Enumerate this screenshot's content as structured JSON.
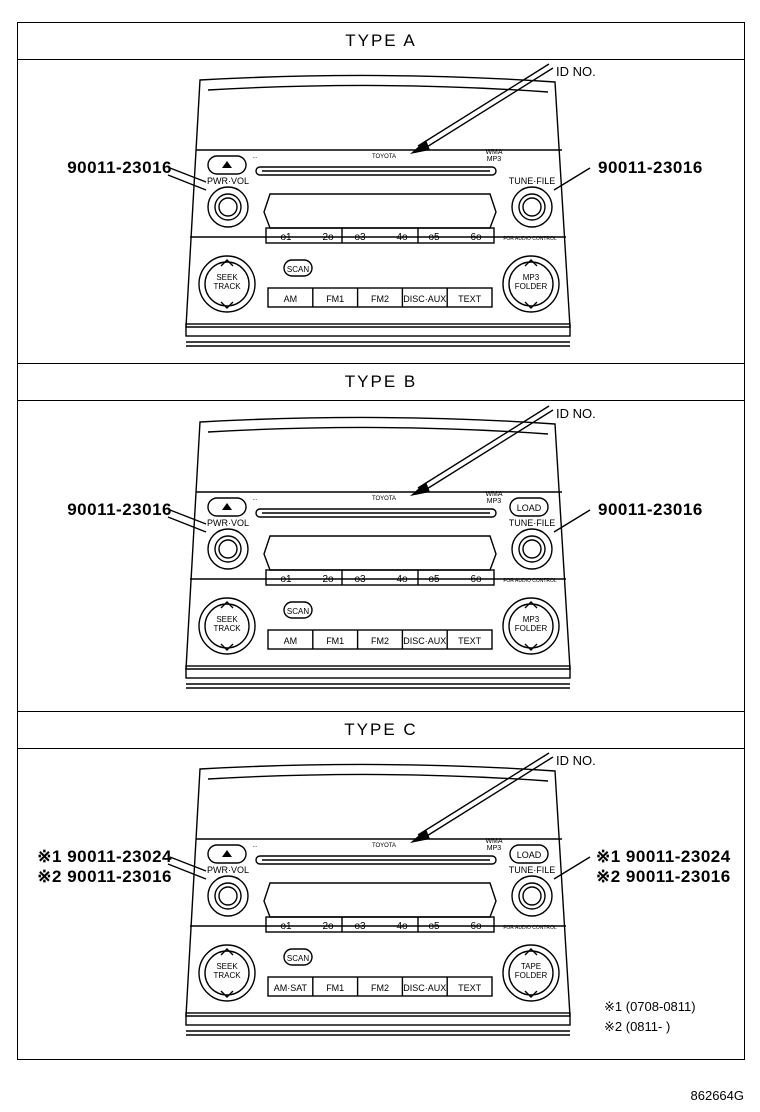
{
  "sections": [
    {
      "title": "TYPE  A",
      "id_label": "ID NO.",
      "left_labels": [
        "90011-23016"
      ],
      "right_labels": [
        "90011-23016"
      ],
      "load_button": "",
      "right_knob_label": "MP3\nFOLDER",
      "mode_buttons": [
        "AM",
        "FM1",
        "FM2",
        "DISC·AUX",
        "TEXT"
      ]
    },
    {
      "title": "TYPE  B",
      "id_label": "ID NO.",
      "left_labels": [
        "90011-23016"
      ],
      "right_labels": [
        "90011-23016"
      ],
      "load_button": "LOAD",
      "right_knob_label": "MP3\nFOLDER",
      "mode_buttons": [
        "AM",
        "FM1",
        "FM2",
        "DISC·AUX",
        "TEXT"
      ]
    },
    {
      "title": "TYPE  C",
      "id_label": "ID NO.",
      "left_labels": [
        "※1 90011-23024",
        "※2 90011-23016"
      ],
      "right_labels": [
        "※1 90011-23024",
        "※2 90011-23016"
      ],
      "load_button": "LOAD",
      "right_knob_label": "TAPE\nFOLDER",
      "mode_buttons": [
        "AM·SAT",
        "FM1",
        "FM2",
        "DISC·AUX",
        "TEXT"
      ],
      "notes": [
        "※1 (0708-0811)",
        "※2 (0811-       )"
      ]
    }
  ],
  "unit": {
    "brand": "TOYOTA",
    "format": "WMA\nMP3",
    "eject_icon": "eject-icon",
    "left_knob": "PWR·VOL",
    "right_knob": "TUNE·FILE",
    "scan": "SCAN",
    "seek": "SEEK\nTRACK",
    "presets": [
      "1",
      "2",
      "3",
      "4",
      "5",
      "6"
    ],
    "steering_text": "FOR AUDIO CONTROL"
  },
  "footer_code": "862664G"
}
